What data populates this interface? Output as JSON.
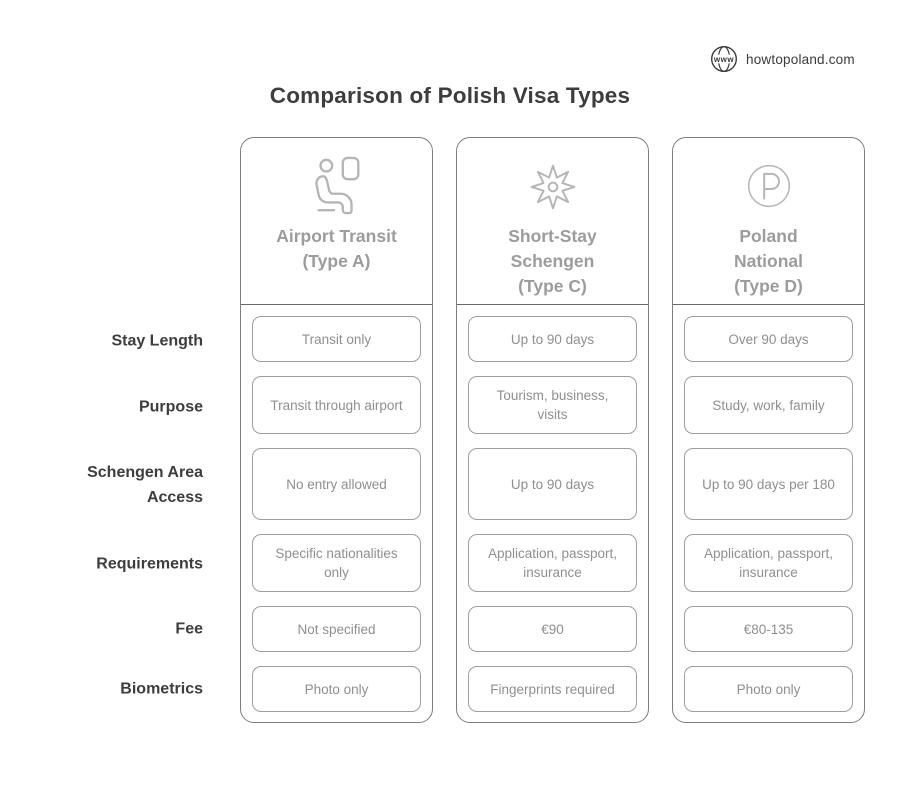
{
  "logo": {
    "site_text": "howtopoland.com",
    "globe_text": "www"
  },
  "title": "Comparison of Polish Visa Types",
  "row_labels": [
    "Stay Length",
    "Purpose",
    "Schengen Area Access",
    "Requirements",
    "Fee",
    "Biometrics"
  ],
  "columns": [
    {
      "icon": "airplane-seat-icon",
      "title_lines": [
        "Airport Transit",
        "(Type A)"
      ],
      "cells": [
        "Transit only",
        "Transit through airport",
        "No entry allowed",
        "Specific nationalities only",
        "Not specified",
        "Photo only"
      ]
    },
    {
      "icon": "schengen-star-icon",
      "title_lines": [
        "Short-Stay",
        "Schengen",
        "(Type C)"
      ],
      "cells": [
        "Up to 90 days",
        "Tourism, business, visits",
        "Up to 90 days",
        "Application, passport, insurance",
        "€90",
        "Fingerprints required"
      ]
    },
    {
      "icon": "p-circle-icon",
      "title_lines": [
        "Poland",
        "National",
        "(Type D)"
      ],
      "cells": [
        "Over 90 days",
        "Study, work, family",
        "Up to 90 days per 180",
        "Application, passport, insurance",
        "€80-135",
        "Photo only"
      ]
    }
  ],
  "colors": {
    "title_text": "#3d3d3d",
    "row_label_text": "#3d3d3d",
    "card_border": "#7d7d7d",
    "header_divider": "#696969",
    "cell_border": "#9e9e9e",
    "cell_text": "#8f8f8f",
    "column_title_text": "#9c9c9c",
    "icon_stroke": "#b5b5b5",
    "logo_color": "#3a3a3a",
    "background": "#ffffff"
  }
}
